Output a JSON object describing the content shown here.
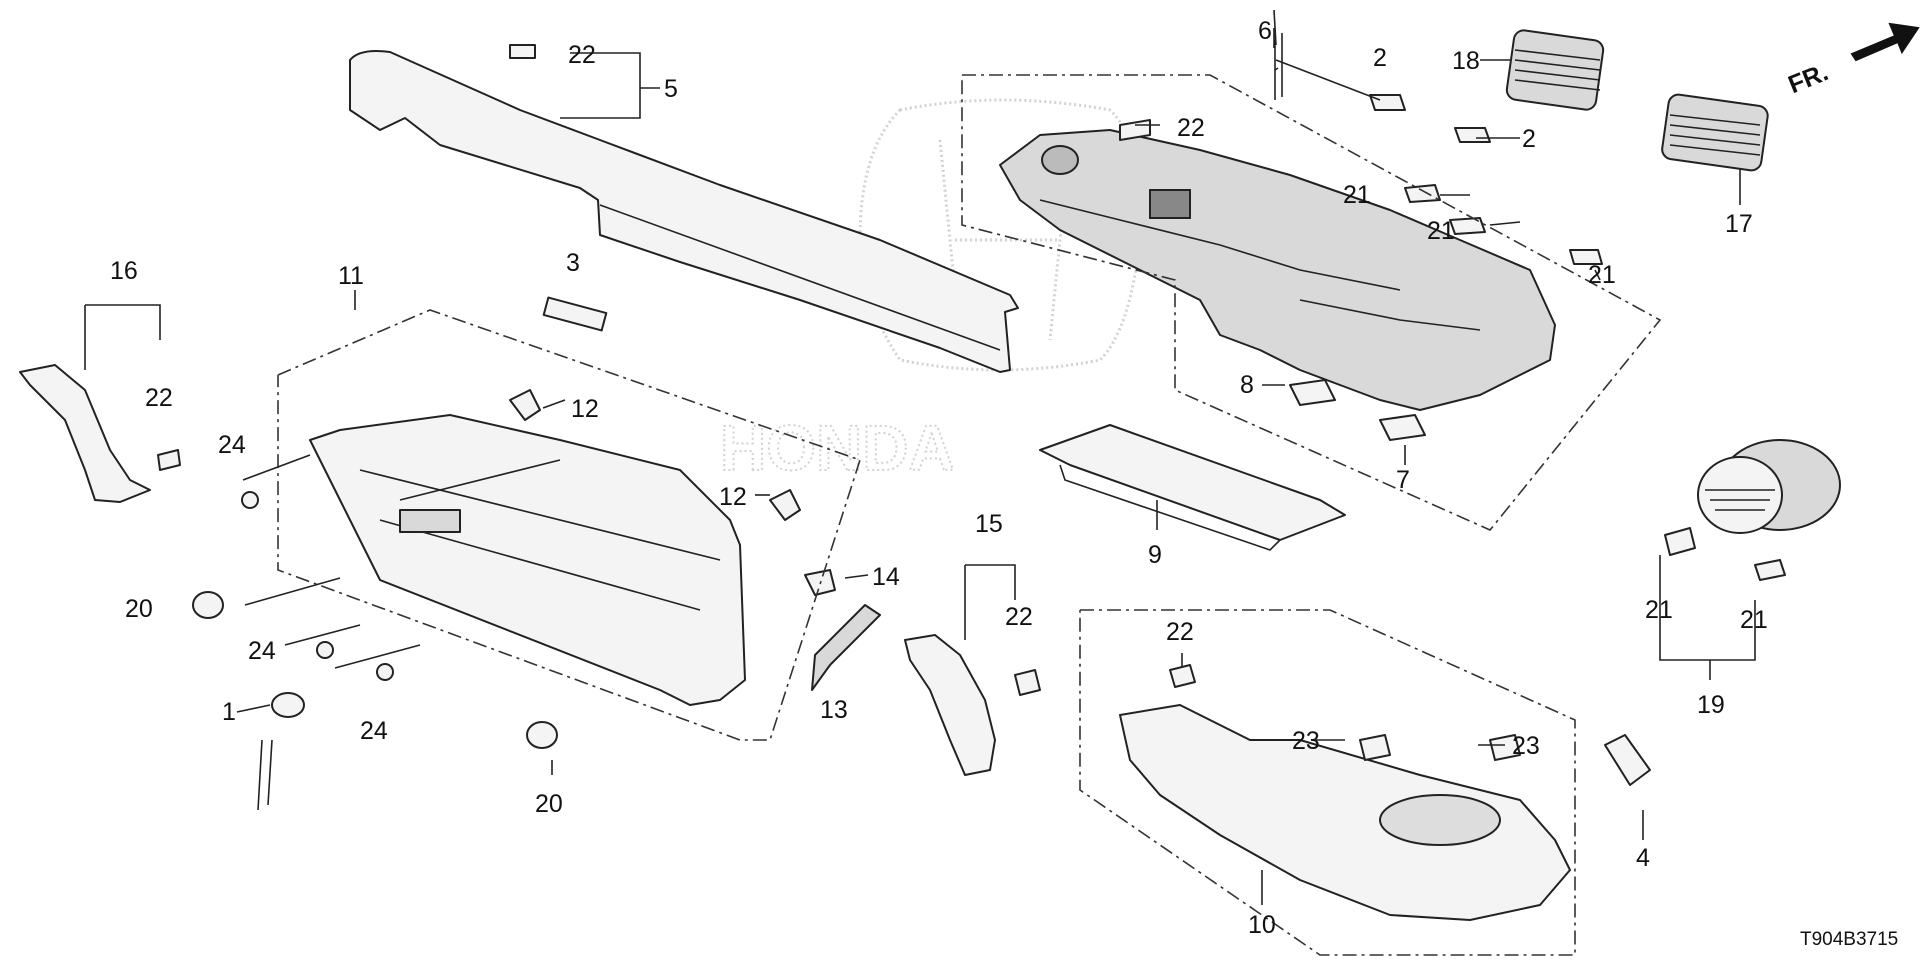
{
  "diagram_code": "T904B3715",
  "direction_label": "FR.",
  "watermark_text": "HONDA",
  "callouts": {
    "c1": "1",
    "c2a": "2",
    "c2b": "2",
    "c3": "3",
    "c4": "4",
    "c5": "5",
    "c6": "6",
    "c7": "7",
    "c8": "8",
    "c9": "9",
    "c10": "10",
    "c11": "11",
    "c12a": "12",
    "c12b": "12",
    "c13": "13",
    "c14": "14",
    "c15": "15",
    "c16": "16",
    "c17": "17",
    "c18": "18",
    "c19": "19",
    "c20a": "20",
    "c20b": "20",
    "c21a": "21",
    "c21b": "21",
    "c21c": "21",
    "c21d": "21",
    "c21e": "21",
    "c22a": "22",
    "c22b": "22",
    "c22c": "22",
    "c22d": "22",
    "c22e": "22",
    "c23a": "23",
    "c23b": "23",
    "c24a": "24",
    "c24b": "24",
    "c24c": "24"
  }
}
